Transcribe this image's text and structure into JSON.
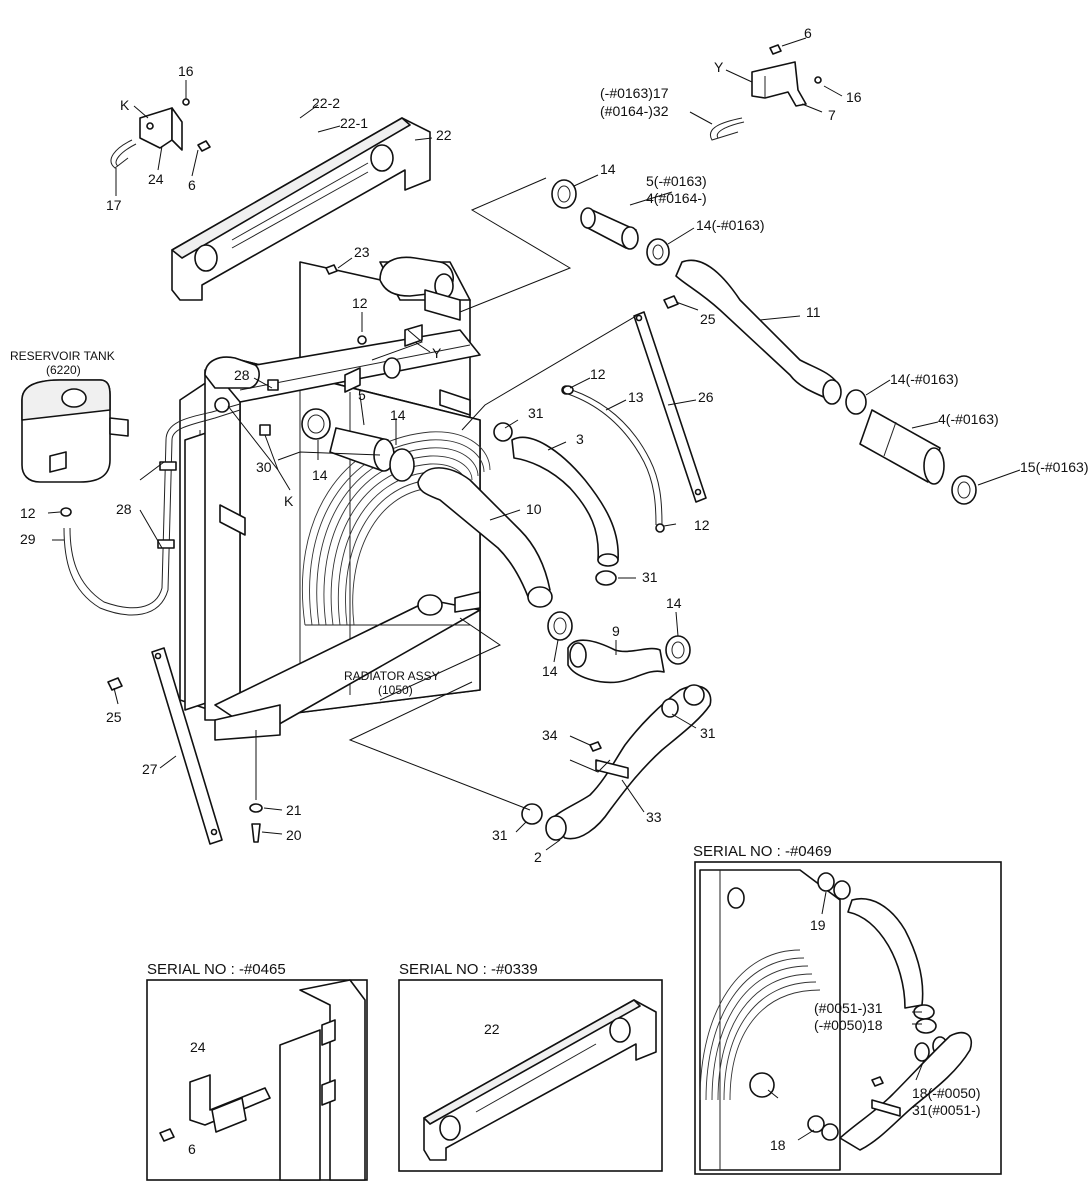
{
  "titles": {
    "reservoir_tank": "RESERVOIR TANK",
    "reservoir_tank_ref": "(6220)",
    "radiator_assy": "RADIATOR ASSY",
    "radiator_assy_ref": "(1050)"
  },
  "insets": {
    "inset_1": {
      "title": "SERIAL NO : -#0465"
    },
    "inset_2": {
      "title": "SERIAL NO : -#0339"
    },
    "inset_3": {
      "title": "SERIAL NO : -#0469"
    }
  },
  "labels": {
    "l_16a": "16",
    "l_Ka": "K",
    "l_24a": "24",
    "l_6a": "6",
    "l_17a": "17",
    "l_22_2": "22-2",
    "l_22_1": "22-1",
    "l_22a": "22",
    "l_6b": "6",
    "l_Ya": "Y",
    "l_17_0163": "(-#0163)17",
    "l_32_0164": "(#0164-)32",
    "l_16b": "16",
    "l_7": "7",
    "l_14a": "14",
    "l_5_0163": "5(-#0163)",
    "l_4_0164": "4(#0164-)",
    "l_14_0163a": "14(-#0163)",
    "l_23": "23",
    "l_12a": "12",
    "l_Yb": "Y",
    "l_25a": "25",
    "l_11": "11",
    "l_12b": "12",
    "l_13": "13",
    "l_26": "26",
    "l_14_0163b": "14(-#0163)",
    "l_4_0163": "4(-#0163)",
    "l_15_0163": "15(-#0163)",
    "l_28a": "28",
    "l_5b": "5",
    "l_14b": "14",
    "l_31a": "31",
    "l_3": "3",
    "l_30": "30",
    "l_14c": "14",
    "l_Kb": "K",
    "l_12c": "12",
    "l_28b": "28",
    "l_29": "29",
    "l_10": "10",
    "l_12d": "12",
    "l_31b": "31",
    "l_14d": "14",
    "l_9": "9",
    "l_14e": "14",
    "l_25b": "25",
    "l_31c": "31",
    "l_34": "34",
    "l_27": "27",
    "l_21": "21",
    "l_20": "20",
    "l_33": "33",
    "l_31d": "31",
    "l_2": "2",
    "l_24b": "24",
    "l_6c": "6",
    "l_22b": "22",
    "l_19": "19",
    "l_31_0051a": "(#0051-)31",
    "l_18_0050a": "(-#0050)18",
    "l_18_0050b": "18(-#0050)",
    "l_31_0051b": "31(#0051-)",
    "l_18": "18"
  }
}
